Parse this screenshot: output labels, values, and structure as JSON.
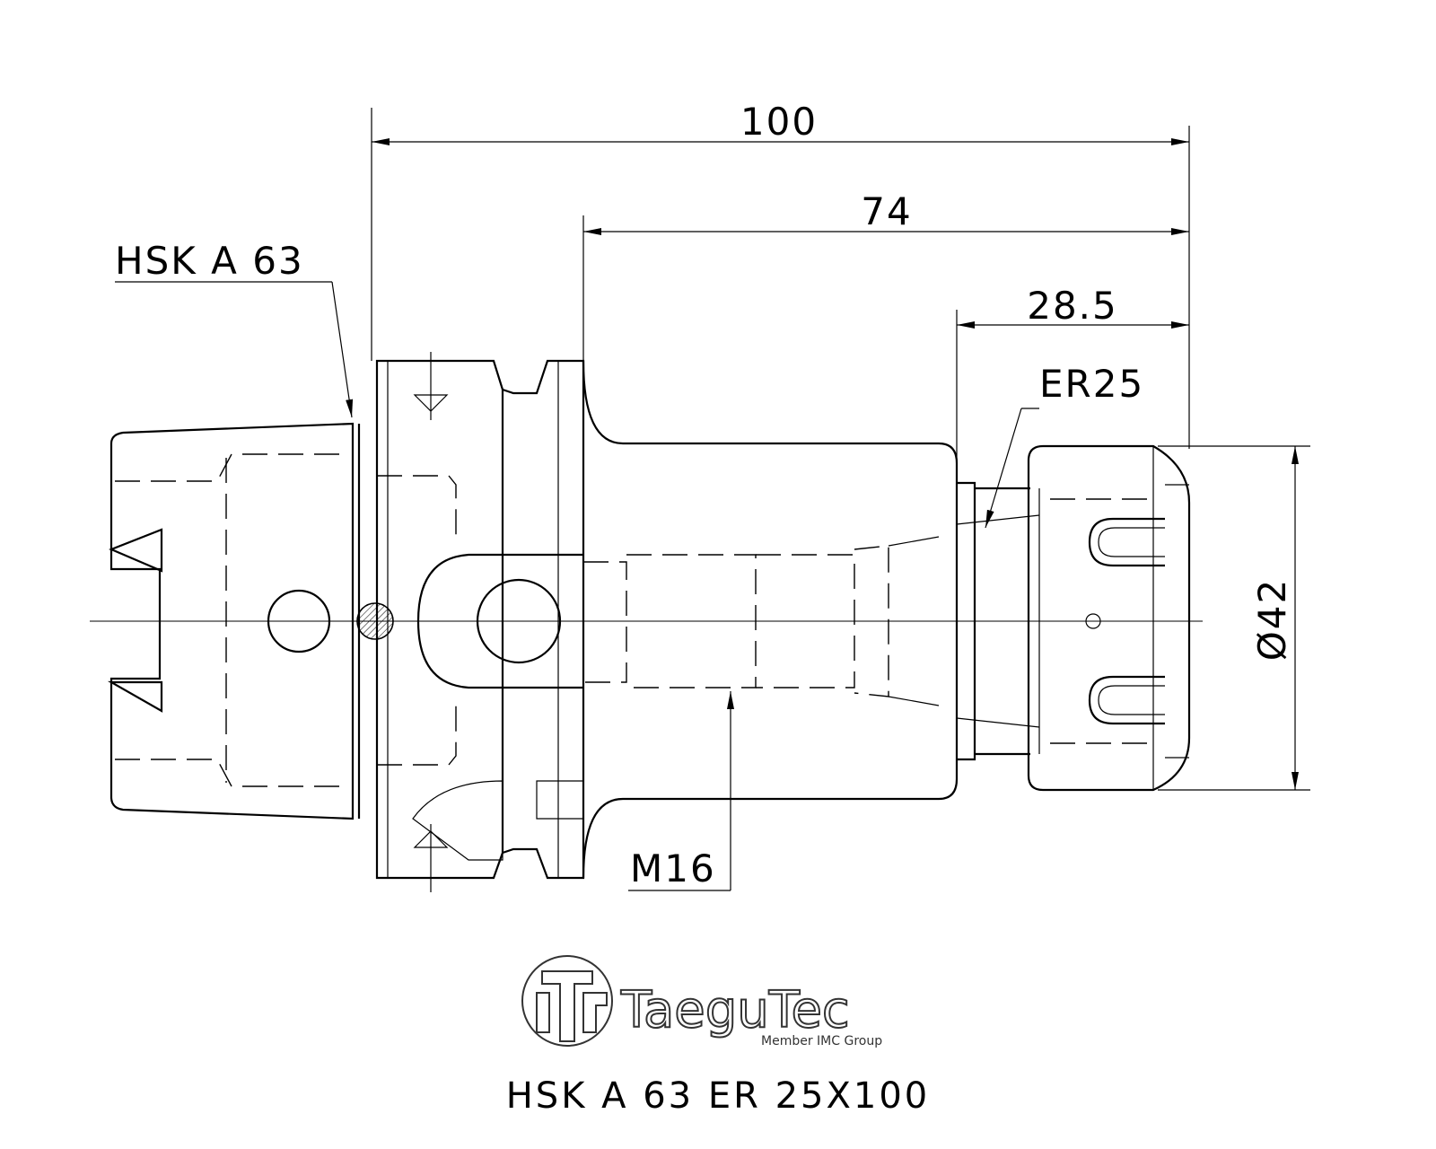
{
  "dimensions": {
    "overall_length": "100",
    "shank_length": "74",
    "nut_length": "28.5",
    "diameter": "Ø42"
  },
  "callouts": {
    "interface": "HSK A 63",
    "collet": "ER25",
    "thread": "M16"
  },
  "logo": {
    "brand": "TaeguTec",
    "tagline": "Member IMC Group"
  },
  "title": "HSK A 63 ER 25X100",
  "colors": {
    "line": "#000000",
    "background": "#ffffff"
  }
}
